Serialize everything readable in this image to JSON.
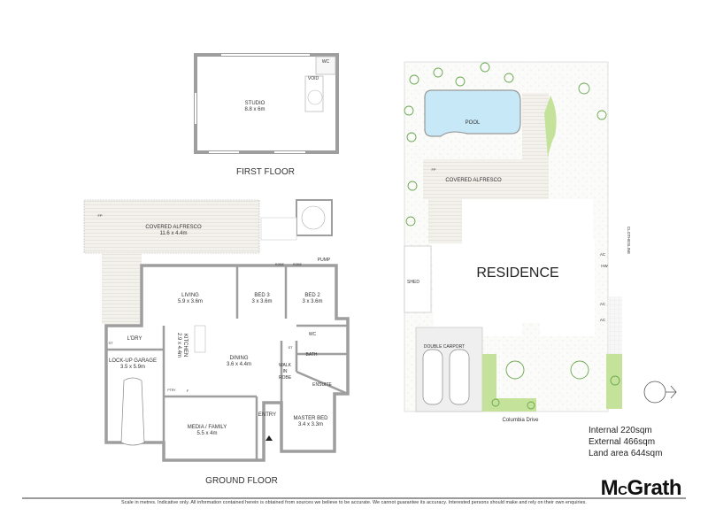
{
  "first_floor": {
    "title": "FIRST FLOOR",
    "rooms": [
      {
        "name": "STUDIO",
        "size": "8.8 x 6m"
      },
      {
        "name": "WC",
        "size": ""
      },
      {
        "name": "VOID",
        "size": ""
      }
    ]
  },
  "ground_floor": {
    "title": "GROUND FLOOR",
    "rooms": [
      {
        "name": "COVERED ALFRESCO",
        "size": "11.6 x 4.4m"
      },
      {
        "name": "LIVING",
        "size": "5.9 x 3.6m"
      },
      {
        "name": "BED 3",
        "size": "3 x 3.6m"
      },
      {
        "name": "BED 2",
        "size": "3 x 3.6m"
      },
      {
        "name": "KITCHEN",
        "size": "2.9 x 4.4m"
      },
      {
        "name": "DINING",
        "size": "3.6 x 4.4m"
      },
      {
        "name": "L'DRY",
        "size": ""
      },
      {
        "name": "LOCK-UP GARAGE",
        "size": "3.5 x 5.9m"
      },
      {
        "name": "MEDIA / FAMILY",
        "size": "5.5 x 4m"
      },
      {
        "name": "ENTRY",
        "size": ""
      },
      {
        "name": "MASTER BED",
        "size": "3.4 x 3.3m"
      },
      {
        "name": "WALK IN ROBE",
        "size": ""
      },
      {
        "name": "ENSUITE",
        "size": ""
      },
      {
        "name": "BATH",
        "size": ""
      },
      {
        "name": "WC",
        "size": ""
      },
      {
        "name": "PUMP",
        "size": ""
      },
      {
        "name": "ROBE",
        "size": ""
      },
      {
        "name": "ROBE",
        "size": ""
      },
      {
        "name": "PTRY",
        "size": ""
      },
      {
        "name": "F",
        "size": ""
      },
      {
        "name": "ST",
        "size": ""
      },
      {
        "name": "ST",
        "size": ""
      },
      {
        "name": "FP",
        "size": ""
      }
    ]
  },
  "site_plan": {
    "residence_label": "RESIDENCE",
    "areas": [
      "POOL",
      "COVERED ALFRESCO",
      "SHED",
      "DOUBLE CARPORT",
      "CLOTHESLINE",
      "AC",
      "HW",
      "AC",
      "AC",
      "FP"
    ],
    "street": "Columbia Drive",
    "north_symbol": "N"
  },
  "stats": {
    "internal": "Internal 220sqm",
    "external": "External 466sqm",
    "land": "Land area 644sqm"
  },
  "brand": {
    "prefix": "M",
    "small": "C",
    "suffix": "Grath"
  },
  "disclaimer": "Scale in metres. Indicative only. All information contained herein is obtained from sources we believe to be accurate. We cannot guarantee its accuracy. Interested persons should make and rely on their own enquiries.",
  "colors": {
    "wall": "#9e9e9e",
    "deck": "#f1efea",
    "pool": "#c7e9f7",
    "lawn": "#c4e29a",
    "tree": "#6aa84f"
  }
}
